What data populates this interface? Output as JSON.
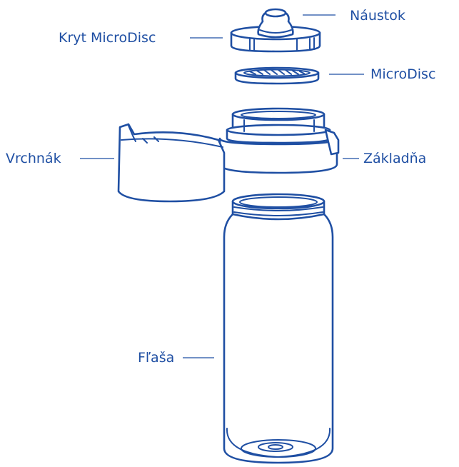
{
  "colors": {
    "line": "#1f4fa3",
    "background": "#ffffff"
  },
  "labels": {
    "mouthpiece": "Náustok",
    "microdisc_cover": "Kryt MicroDisc",
    "microdisc": "MicroDisc",
    "lid": "Vrchnák",
    "base": "Základňa",
    "bottle": "Fľaša"
  }
}
